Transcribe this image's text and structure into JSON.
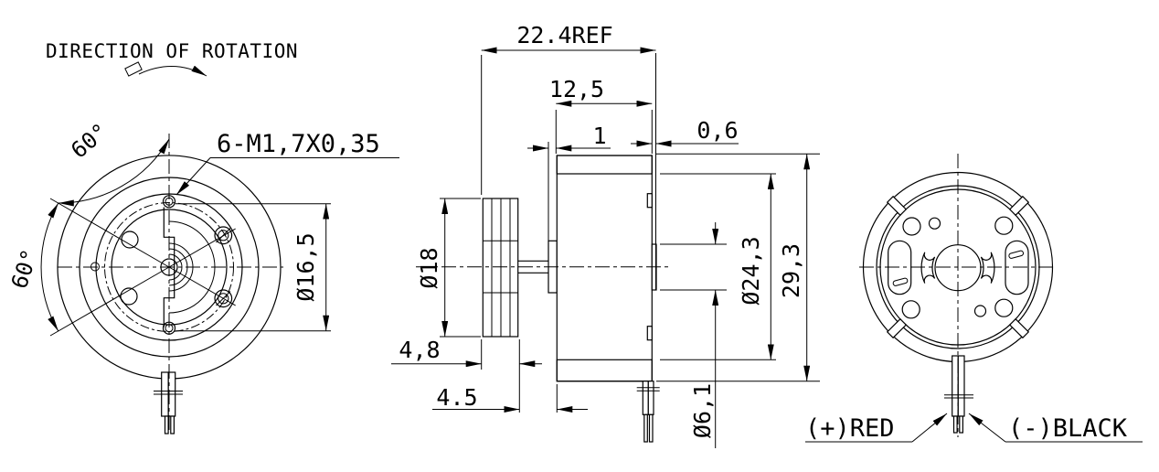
{
  "title": "DIRECTION OF ROTATION",
  "front_view": {
    "thread_label": "6-M1,7X0,35",
    "angle_top": "60°",
    "angle_left": "60°",
    "bolt_circle_dia": "Ø16,5"
  },
  "side_view": {
    "overall_length_ref": "22.4REF",
    "case_length": "12,5",
    "flange_thickness": "1",
    "tab_offset": "0,6",
    "weight_dia": "Ø18",
    "weight_thickness": "4,8",
    "shaft_exposed": "4.5",
    "case_dia": "Ø24,3",
    "overall_dia": "29,3",
    "boss_dia": "Ø6,1"
  },
  "back_view": {
    "positive_lead": "(+)RED",
    "negative_lead": "(-)BLACK"
  },
  "colors": {
    "line": "#000000",
    "background": "#ffffff"
  }
}
